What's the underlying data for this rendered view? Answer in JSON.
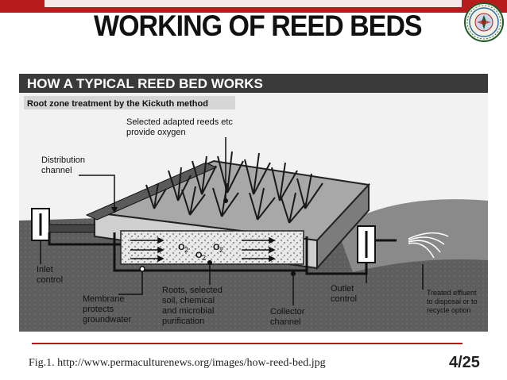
{
  "slide": {
    "title": "WORKING OF REED BEDS",
    "page_number": "4/25",
    "caption": "Fig.1. http://www.permaculturenews.org/images/how-reed-bed.jpg"
  },
  "figure": {
    "header": "HOW A TYPICAL REED BED WORKS",
    "subheader": "Root zone treatment by the Kickuth method",
    "labels": {
      "reeds_1": "Selected adapted reeds etc",
      "reeds_2": "provide oxygen",
      "distribution_1": "Distribution",
      "distribution_2": "channel",
      "inlet_1": "Inlet",
      "inlet_2": "control",
      "membrane_1": "Membrane",
      "membrane_2": "protects",
      "membrane_3": "groundwater",
      "roots_1": "Roots, selected",
      "roots_2": "soil, chemical",
      "roots_3": "and microbial",
      "roots_4": "purification",
      "collector_1": "Collector",
      "collector_2": "channel",
      "outlet_1": "Outlet",
      "outlet_2": "control",
      "effluent_1": "Treated effluent",
      "effluent_2": "to disposal or to",
      "effluent_3": "recycle option",
      "o2": "O",
      "o2_sub": "2"
    }
  },
  "colors": {
    "accent": "#b71b1b",
    "header_bg": "#3a3a3a"
  },
  "icons": {
    "logo": "university-seal-icon"
  }
}
